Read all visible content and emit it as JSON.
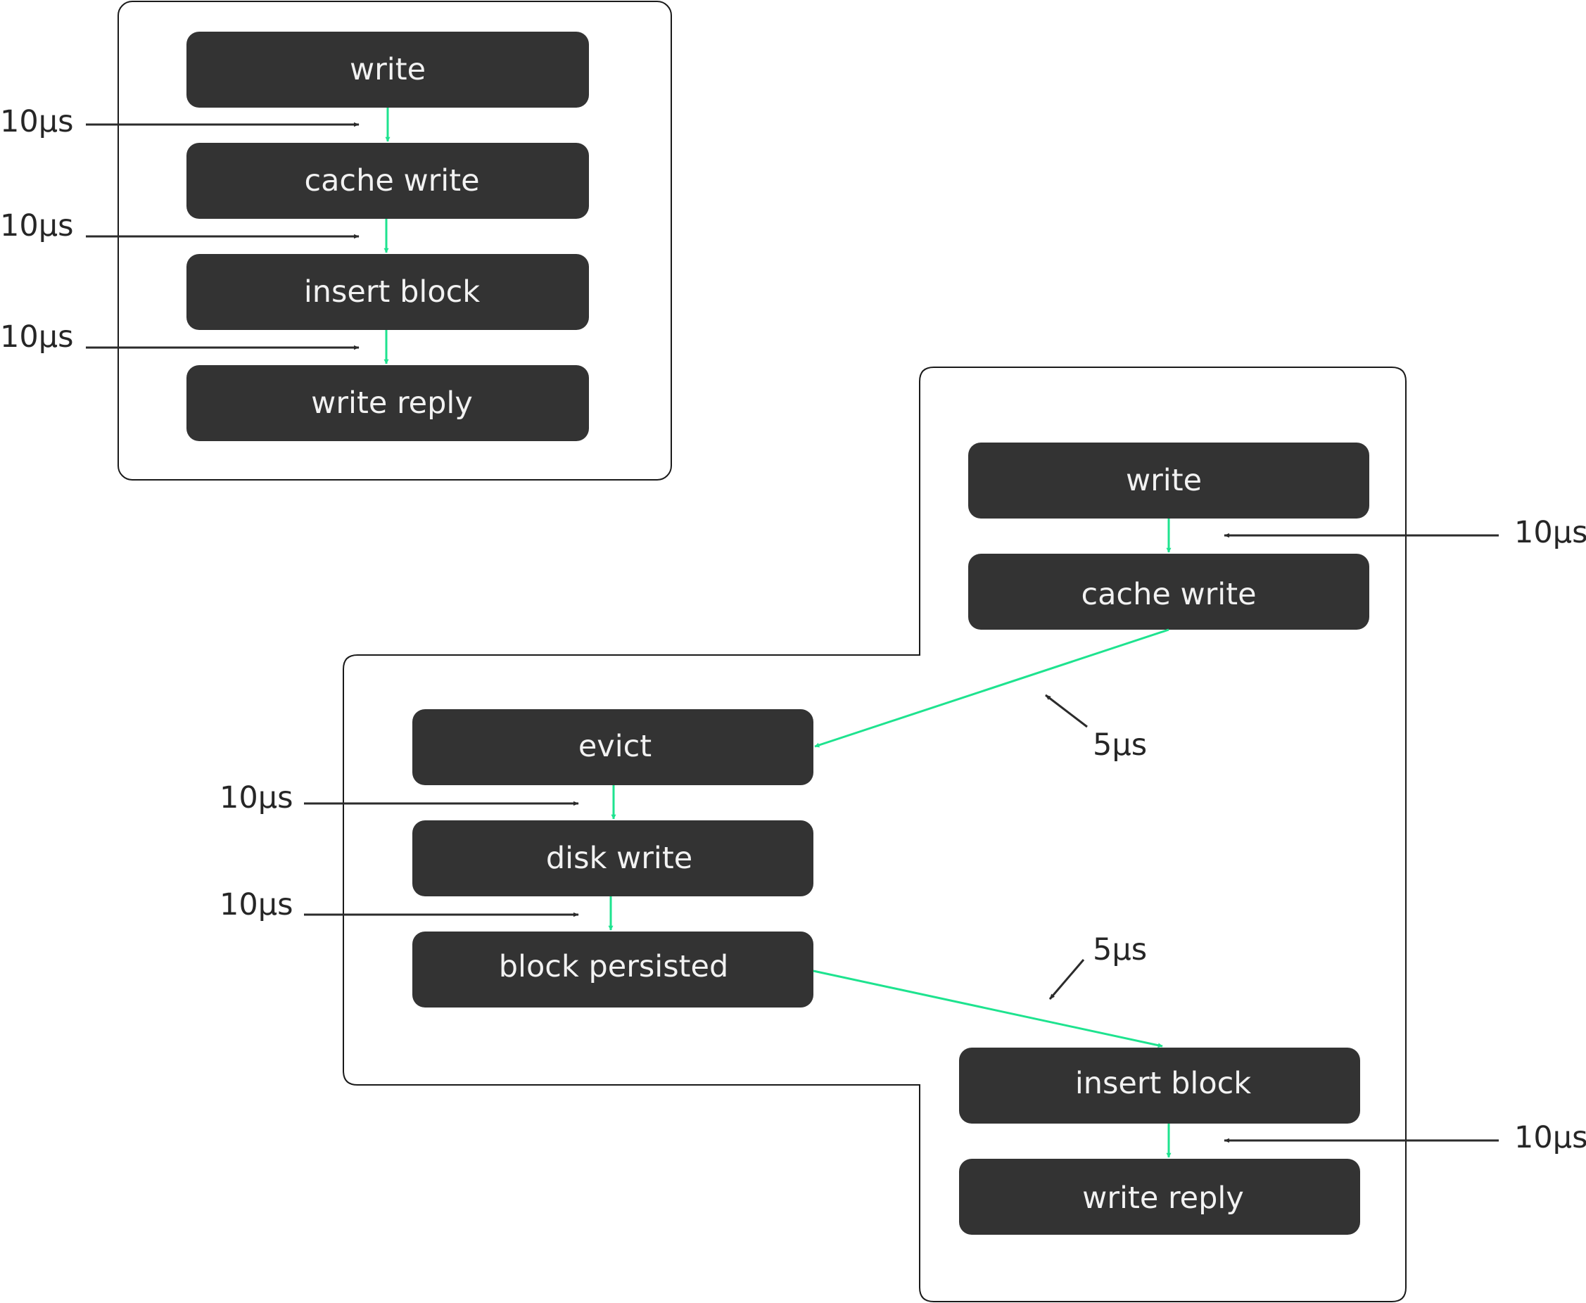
{
  "colors": {
    "node_fill": "#333333",
    "node_text": "#f2f2f2",
    "flow_arrow": "#1ee38f",
    "pointer_arrow": "#2b2b2b",
    "frame_stroke": "#1a1a1a",
    "background": "#ffffff"
  },
  "diagram_a": {
    "nodes": [
      "write",
      "cache write",
      "insert block",
      "write reply"
    ],
    "latencies": [
      "10µs",
      "10µs",
      "10µs"
    ]
  },
  "diagram_b": {
    "nodes": [
      "write",
      "cache write",
      "evict",
      "disk write",
      "block persisted",
      "insert block",
      "write reply"
    ],
    "latencies": [
      "10µs",
      "5µs",
      "10µs",
      "10µs",
      "5µs",
      "10µs"
    ]
  }
}
